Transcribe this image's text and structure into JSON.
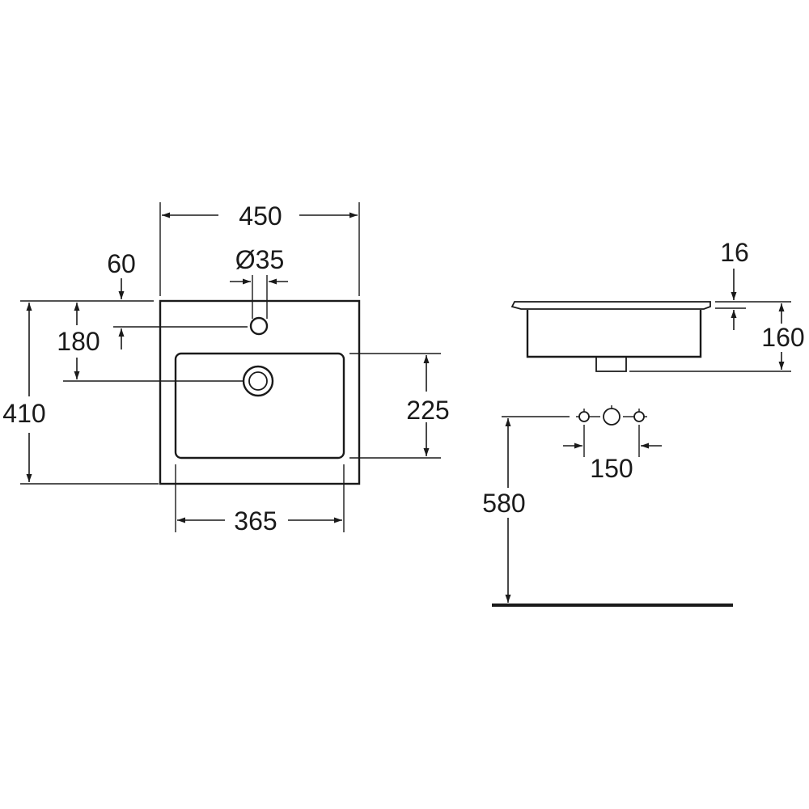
{
  "dimensions": {
    "width_total": "450",
    "tap_hole_offset": "60",
    "tap_hole_diameter": "Ø35",
    "waste_offset": "180",
    "depth_total": "410",
    "bowl_depth": "225",
    "bowl_width": "365",
    "rim_thickness": "16",
    "basin_height": "160",
    "tap_spacing": "150",
    "mounting_height": "580"
  }
}
